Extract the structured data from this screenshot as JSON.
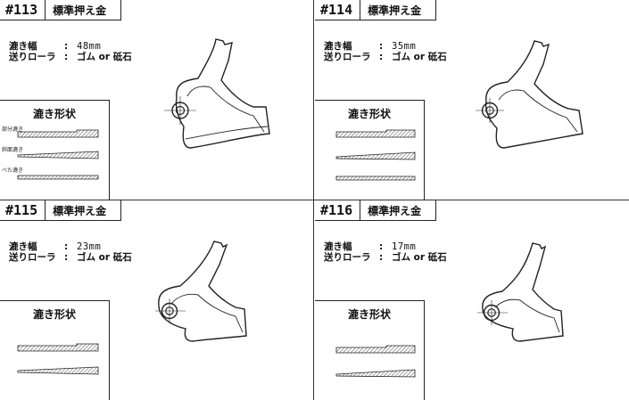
{
  "panels": [
    {
      "number": "#113",
      "name": "標準押え金",
      "spec": {
        "width_label": "漉き幅",
        "width_value": "48mm",
        "roller_label": "送りローラ",
        "roller_value": "ゴム or 砥石"
      },
      "shape_title": "漉き形状",
      "examples": [
        "部分漉き",
        "斜面漉き",
        "べた漉き"
      ]
    },
    {
      "number": "#114",
      "name": "標準押え金",
      "spec": {
        "width_label": "漉き幅",
        "width_value": "35mm",
        "roller_label": "送りローラ",
        "roller_value": "ゴム or 砥石"
      },
      "shape_title": "漉き形状",
      "examples": []
    },
    {
      "number": "#115",
      "name": "標準押え金",
      "spec": {
        "width_label": "漉き幅",
        "width_value": "23mm",
        "roller_label": "送りローラ",
        "roller_value": "ゴム or 砥石"
      },
      "shape_title": "漉き形状",
      "examples": []
    },
    {
      "number": "#116",
      "name": "標準押え金",
      "spec": {
        "width_label": "漉き幅",
        "width_value": "17mm",
        "roller_label": "送りローラ",
        "roller_value": "ゴム or 砥石"
      },
      "shape_title": "漉き形状",
      "examples": []
    }
  ],
  "colon": ":"
}
